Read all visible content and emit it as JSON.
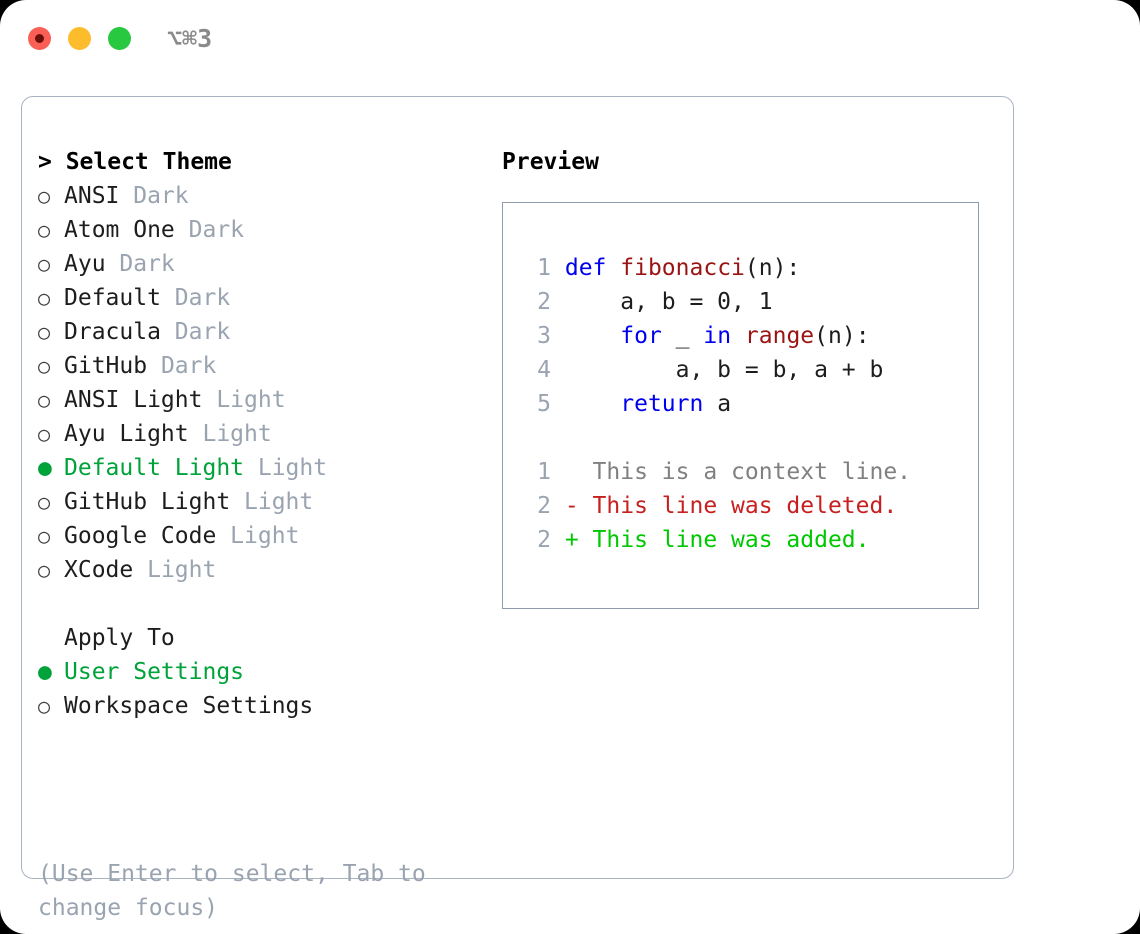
{
  "titlebar": {
    "shortcut": "⌥⌘3",
    "buttons": {
      "close": "close-button",
      "minimize": "minimize-button",
      "maximize": "maximize-button"
    }
  },
  "theme_picker": {
    "header": "> Select Theme",
    "marker_selected": "●",
    "marker_unselected": "○",
    "items": [
      {
        "name": "ANSI",
        "variant": "Dark",
        "selected": false
      },
      {
        "name": "Atom One",
        "variant": "Dark",
        "selected": false
      },
      {
        "name": "Ayu",
        "variant": "Dark",
        "selected": false
      },
      {
        "name": "Default",
        "variant": "Dark",
        "selected": false
      },
      {
        "name": "Dracula",
        "variant": "Dark",
        "selected": false
      },
      {
        "name": "GitHub",
        "variant": "Dark",
        "selected": false
      },
      {
        "name": "ANSI Light",
        "variant": "Light",
        "selected": false
      },
      {
        "name": "Ayu Light",
        "variant": "Light",
        "selected": false
      },
      {
        "name": "Default Light",
        "variant": "Light",
        "selected": true
      },
      {
        "name": "GitHub Light",
        "variant": "Light",
        "selected": false
      },
      {
        "name": "Google Code",
        "variant": "Light",
        "selected": false
      },
      {
        "name": "XCode",
        "variant": "Light",
        "selected": false
      }
    ]
  },
  "apply_to": {
    "label": "Apply To",
    "options": [
      {
        "name": "User Settings",
        "selected": true
      },
      {
        "name": "Workspace Settings",
        "selected": false
      }
    ]
  },
  "hint": {
    "line1": "(Use Enter to select, Tab to",
    "line2": "change focus)"
  },
  "preview": {
    "title": "Preview",
    "code_lines": [
      {
        "no": "1",
        "tokens": [
          {
            "t": "def",
            "c": "kw"
          },
          {
            "t": " ",
            "c": "plain"
          },
          {
            "t": "fibonacci",
            "c": "fn"
          },
          {
            "t": "(n):",
            "c": "plain"
          }
        ]
      },
      {
        "no": "2",
        "tokens": [
          {
            "t": "    a, b = 0, 1",
            "c": "plain"
          }
        ]
      },
      {
        "no": "3",
        "tokens": [
          {
            "t": "    ",
            "c": "plain"
          },
          {
            "t": "for",
            "c": "kw"
          },
          {
            "t": " _ ",
            "c": "plain"
          },
          {
            "t": "in",
            "c": "kw"
          },
          {
            "t": " ",
            "c": "plain"
          },
          {
            "t": "range",
            "c": "fn"
          },
          {
            "t": "(n):",
            "c": "plain"
          }
        ]
      },
      {
        "no": "4",
        "tokens": [
          {
            "t": "        a, b = b, a + b",
            "c": "plain"
          }
        ]
      },
      {
        "no": "5",
        "tokens": [
          {
            "t": "    ",
            "c": "plain"
          },
          {
            "t": "return",
            "c": "kw"
          },
          {
            "t": " a",
            "c": "plain"
          }
        ]
      }
    ],
    "diff_lines": [
      {
        "no": "1",
        "text": "   This is a context line.",
        "c": "diff-context"
      },
      {
        "no": "2",
        "text": " - This line was deleted.",
        "c": "diff-del"
      },
      {
        "no": "2",
        "text": " + This line was added.",
        "c": "diff-add"
      }
    ]
  },
  "colors": {
    "selection_green": "#00a23a",
    "variant_gray": "#9aa3b0",
    "keyword_blue": "#0000ee",
    "function_red": "#9b1414",
    "diff_add_green": "#00c800",
    "diff_del_red": "#c62020",
    "panel_border": "#a9b4c2",
    "traffic_red": "#fa5f55",
    "traffic_yellow": "#fdbc2c",
    "traffic_green": "#28c840"
  }
}
